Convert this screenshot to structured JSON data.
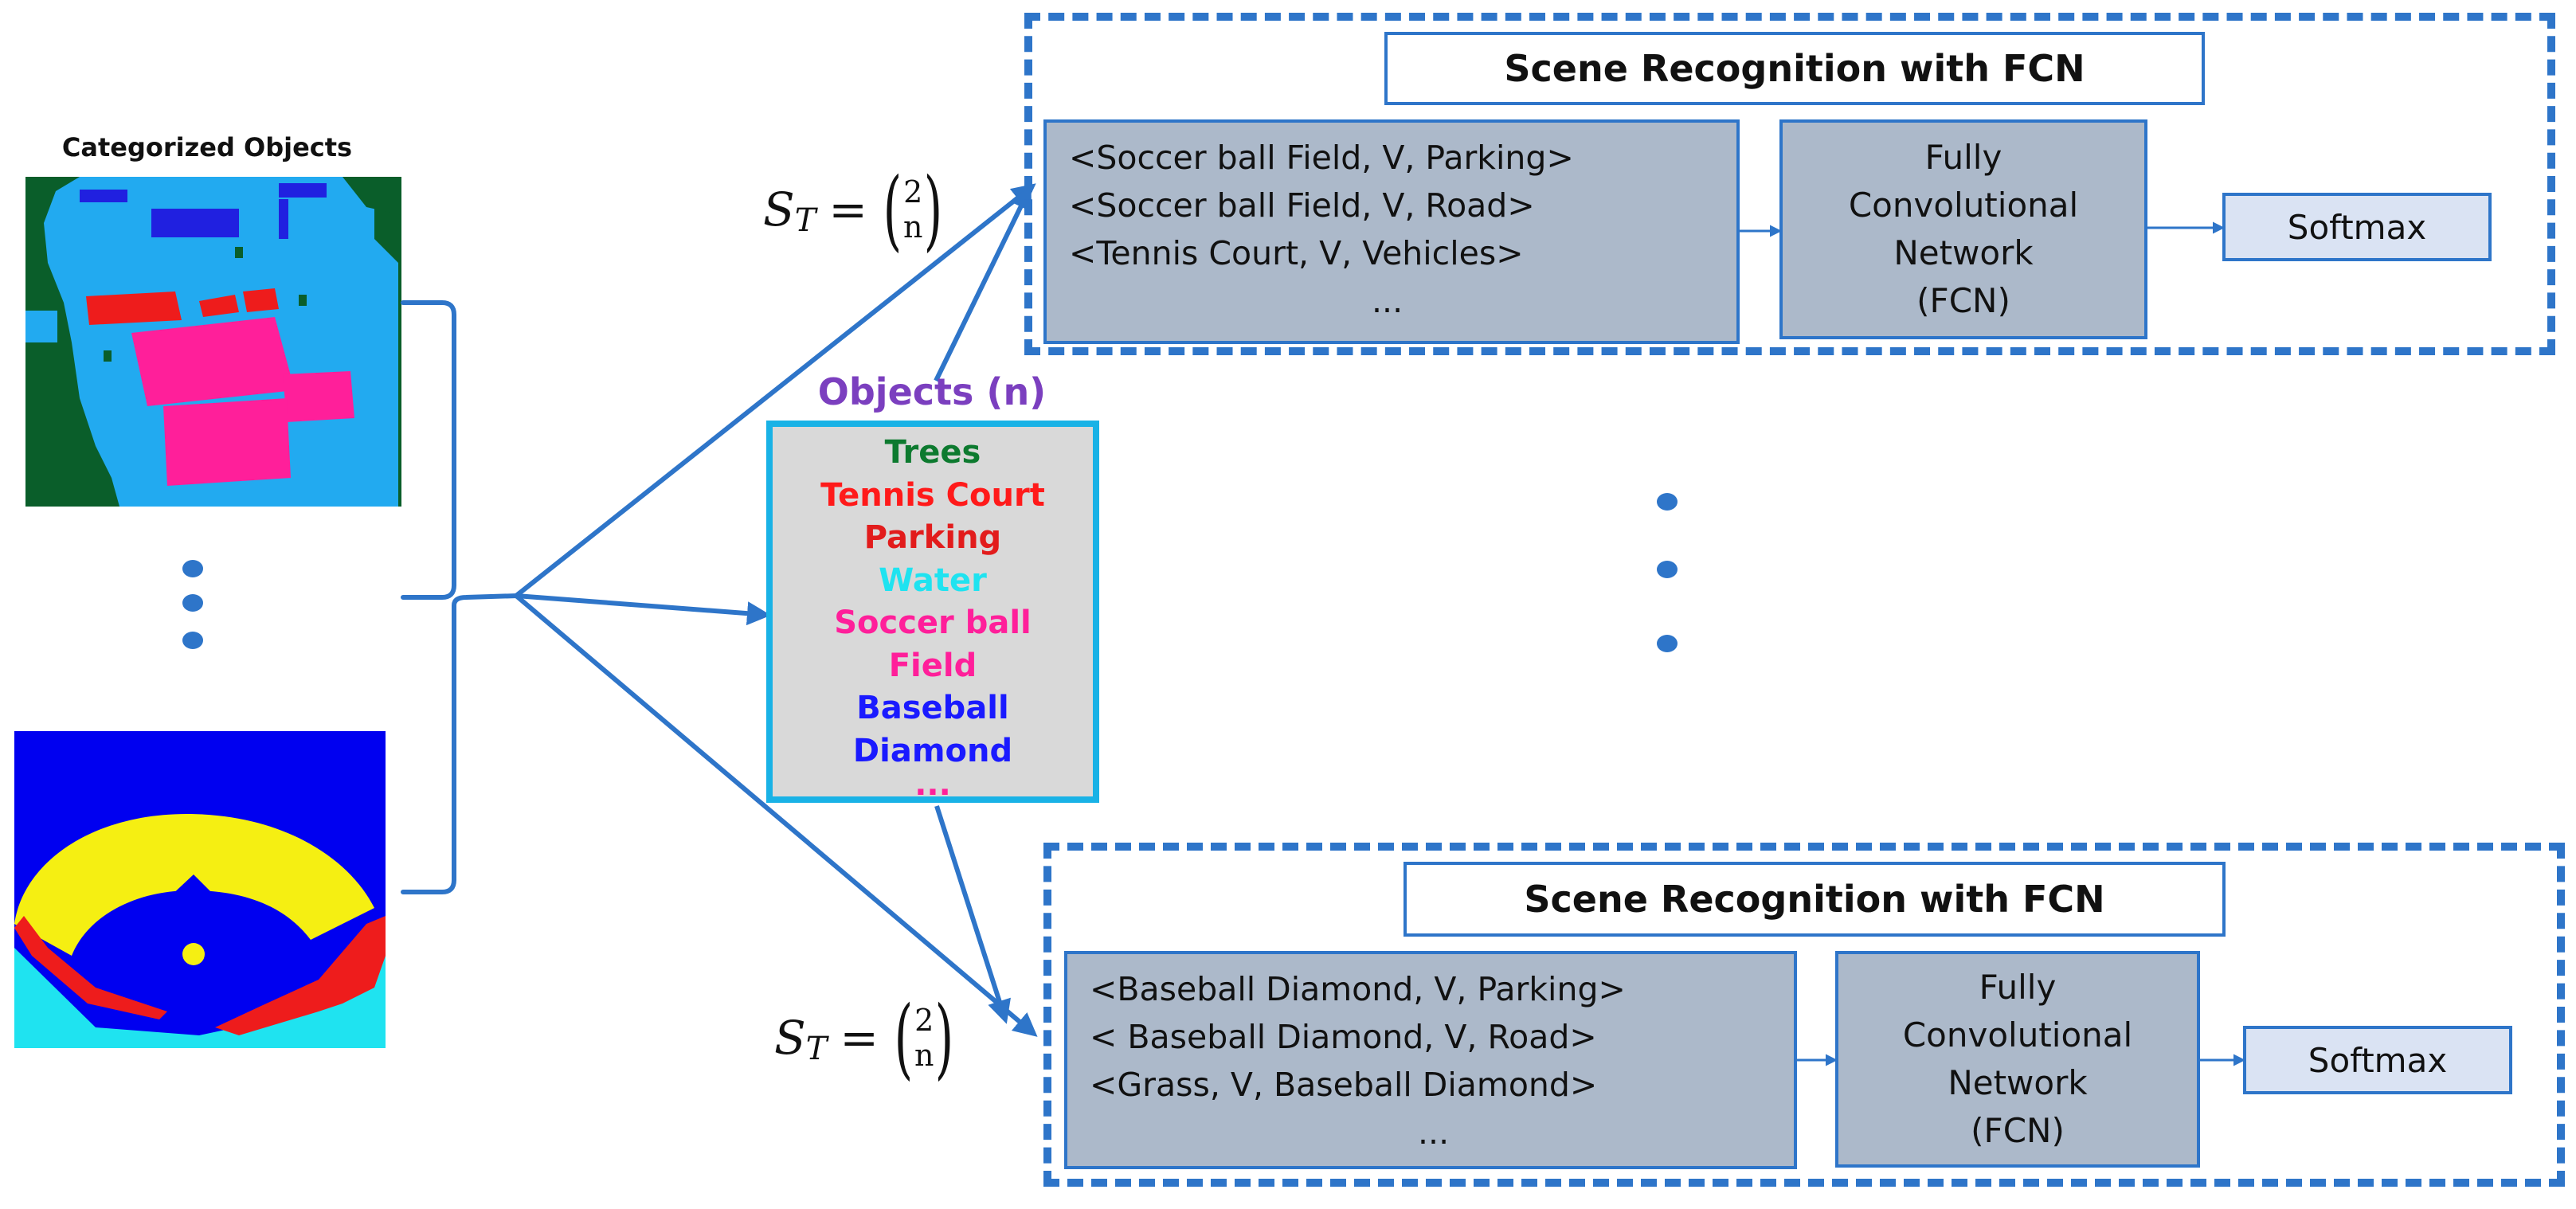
{
  "left": {
    "title": "Categorized Objects"
  },
  "formula": {
    "prefix": "S",
    "subscript": "T",
    "equals": "=",
    "binom_top": "2",
    "binom_bottom": "n"
  },
  "objects": {
    "title": "Objects (n)",
    "items": [
      {
        "label": "Trees",
        "color": "#0d7a2f"
      },
      {
        "label": "Tennis Court",
        "color": "#ff1a1a"
      },
      {
        "label": "Parking",
        "color": "#e21c1c"
      },
      {
        "label": "Water",
        "color": "#1fe3f0"
      },
      {
        "label": "Soccer ball",
        "color": "#ff1f9a"
      },
      {
        "label": "Field",
        "color": "#ff1f9a"
      },
      {
        "label": "Baseball",
        "color": "#1a1aff"
      },
      {
        "label": "Diamond",
        "color": "#1a1aff"
      },
      {
        "label": "...",
        "color": "#ff1f9a"
      }
    ]
  },
  "panels": [
    {
      "title": "Scene Recognition with FCN",
      "tuples": [
        "<Soccer ball Field, V, Parking>",
        "<Soccer ball Field, V, Road>",
        "<Tennis Court, V, Vehicles>",
        "..."
      ],
      "fcn": [
        "Fully",
        "Convolutional",
        "Network",
        "(FCN)"
      ],
      "softmax": "Softmax"
    },
    {
      "title": "Scene Recognition with FCN",
      "tuples": [
        "<Baseball Diamond, V, Parking>",
        "< Baseball Diamond, V, Road>",
        "<Grass, V, Baseball Diamond>",
        "..."
      ],
      "fcn": [
        "Fully",
        "Convolutional",
        "Network",
        "(FCN)"
      ],
      "softmax": "Softmax"
    }
  ],
  "colors": {
    "arrow": "#2e75c9",
    "dot": "#2e75c9",
    "panel_border": "#2e75c9",
    "box_fill": "#acb9ca",
    "softmax_fill": "#dae3f3",
    "objects_border": "#19b2e6",
    "objects_fill": "#d9d9d9",
    "objects_title": "#7b3fbf"
  }
}
